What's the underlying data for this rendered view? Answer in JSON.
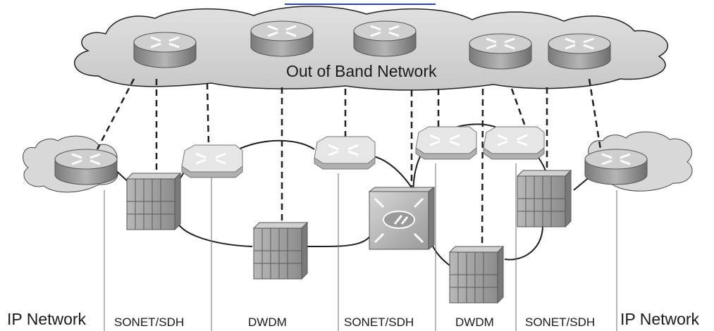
{
  "link_text": "",
  "cloud_title": "Out of Band Network",
  "section_labels": {
    "ip_left": "IP Network",
    "sonet_1": "SONET/SDH",
    "dwdm_1": "DWDM",
    "sonet_2": "SONET/SDH",
    "dwdm_2": "DWDM",
    "sonet_3": "SONET/SDH",
    "ip_right": "IP Network"
  },
  "colors": {
    "line": "#1f1f1f",
    "cloud_fill": "#d4d4d4",
    "router_top": "#c8c8c8",
    "router_side": "#8a8a8a",
    "switch_top": "#e4e4e4",
    "chassis": "#9e9e9e",
    "link": "#2a3fd6"
  }
}
